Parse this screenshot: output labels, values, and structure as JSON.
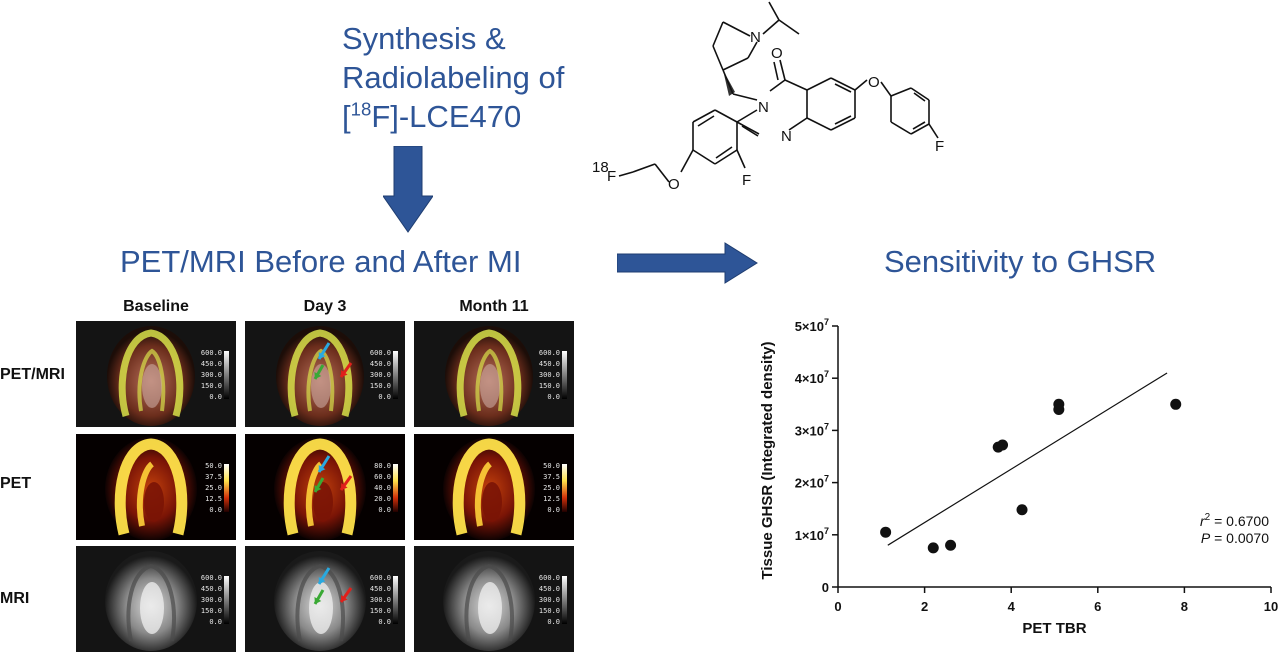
{
  "synthesis": {
    "line1": "Synthesis &",
    "line2": "Radiolabeling of",
    "line3_pre": "[",
    "line3_sup": "18",
    "line3_post": "F]-LCE470"
  },
  "molecule": {
    "atoms": {
      "n_piperidine": "N",
      "o_carbonyl": "O",
      "n3": "N",
      "n1": "N",
      "o_ether_right": "O",
      "f_right": "F",
      "f_left_sup": "18",
      "f_left": "F",
      "o_ether_left": "O",
      "f_ortho": "F"
    }
  },
  "pet_mri_heading": "PET/MRI Before and After MI",
  "sensitivity_heading": "Sensitivity to GHSR",
  "columns": [
    "Baseline",
    "Day 3",
    "Month 11"
  ],
  "rows": [
    "PET/MRI",
    "PET",
    "MRI"
  ],
  "scales": {
    "pet_mri": [
      "600.0",
      "450.0",
      "300.0",
      "150.0",
      "0.0"
    ],
    "pet_baseline": [
      "50.0",
      "37.5",
      "25.0",
      "12.5",
      "0.0"
    ],
    "pet_day3": [
      "80.0",
      "60.0",
      "40.0",
      "20.0",
      "0.0"
    ],
    "pet_month11": [
      "50.0",
      "37.5",
      "25.0",
      "12.5",
      "0.0"
    ],
    "mri": [
      "600.0",
      "450.0",
      "300.0",
      "150.0",
      "0.0"
    ]
  },
  "arrow_colors": {
    "blue": "#29a9e0",
    "green": "#3aa935",
    "red": "#e0201b"
  },
  "title_color": "#2e5597",
  "chart_data": {
    "type": "scatter",
    "xlabel": "PET TBR",
    "ylabel": "Tissue GHSR (Integrated density)",
    "xlim": [
      0,
      10
    ],
    "ylim": [
      0,
      50000000
    ],
    "x_ticks": [
      "0",
      "2",
      "4",
      "6",
      "8",
      "10"
    ],
    "y_ticks": [
      {
        "mantissa": "0",
        "exp": ""
      },
      {
        "mantissa": "1×10",
        "exp": "7"
      },
      {
        "mantissa": "2×10",
        "exp": "7"
      },
      {
        "mantissa": "3×10",
        "exp": "7"
      },
      {
        "mantissa": "4×10",
        "exp": "7"
      },
      {
        "mantissa": "5×10",
        "exp": "7"
      }
    ],
    "points": [
      {
        "x": 1.1,
        "y": 10500000
      },
      {
        "x": 2.2,
        "y": 7500000
      },
      {
        "x": 2.6,
        "y": 8000000
      },
      {
        "x": 3.7,
        "y": 26800000
      },
      {
        "x": 3.8,
        "y": 27200000
      },
      {
        "x": 4.25,
        "y": 14800000
      },
      {
        "x": 5.1,
        "y": 35000000
      },
      {
        "x": 5.1,
        "y": 34000000
      },
      {
        "x": 7.8,
        "y": 35000000
      }
    ],
    "fit_line": {
      "x": [
        1.15,
        7.6
      ],
      "y": [
        8000000,
        41000000
      ]
    },
    "r2_label": "r",
    "r2_sup": "2",
    "r2_value": " = 0.6700",
    "p_label": "P",
    "p_value": " = 0.0070"
  }
}
